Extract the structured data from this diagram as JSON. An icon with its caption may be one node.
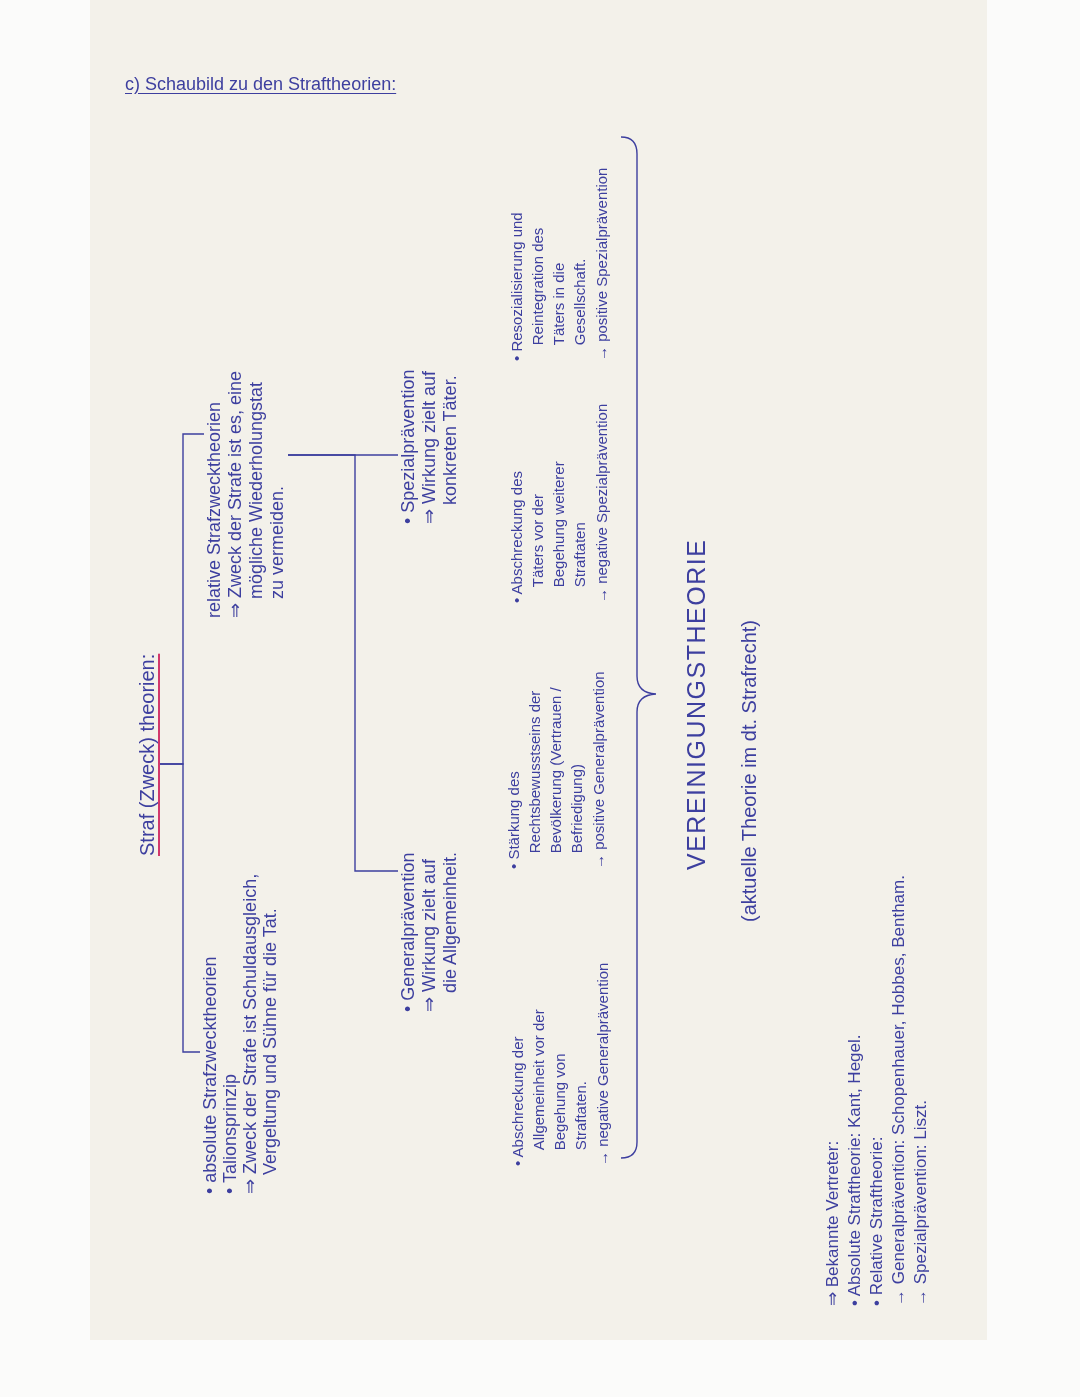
{
  "diagram": {
    "title": "c) Schaubild zu den Straftheorien:",
    "nodes": [
      {
        "text": [
          "Straf (Zweck) theorien:"
        ]
      },
      {
        "text": [
          "• absolute Strafzwecktheorien",
          "• Talionsprinzip",
          "⇒ Zweck der Strafe ist Schuldausgleich, Vergeltung und Sühne für die Tat."
        ]
      },
      {
        "text": [
          "relative Strafzwecktheorien",
          "⇒ Zweck der Strafe ist es, eine mögliche Wiederholungstat zu vermeiden."
        ]
      },
      {
        "text": [
          "• Generalprävention",
          "⇒ Wirkung zielt auf die Allgemeinheit."
        ]
      },
      {
        "text": [
          "• Spezialprävention",
          "⇒ Wirkung zielt auf konkreten Täter."
        ]
      }
    ],
    "edges": [
      {
        "from": 0,
        "to": 1,
        "arrow": "none"
      },
      {
        "from": 0,
        "to": 2,
        "arrow": "none"
      },
      {
        "from": 2,
        "to": 3,
        "arrow": "none"
      },
      {
        "from": 2,
        "to": 4,
        "arrow": "none"
      }
    ],
    "labels": [
      "• Abschreckung der Allgemeinheit vor der Begehung von Straftaten.",
      "→ negative Generalprävention",
      "• Stärkung des Rechtsbewusstseins der Bevölkerung (Vertrauen / Befriedigung)",
      "→ positive Generalprävention",
      "• Abschreckung des Täters vor der Begehung weiterer Straftaten",
      "→ negative Spezialprävention",
      "• Resozialisierung und Reintegration des Täters in die Gesellschaft.",
      "→ positive Spezialprävention",
      "VEREINIGUNGSTHEORIE",
      "(aktuelle Theorie im dt. Strafrecht)",
      "⇒ Bekannte Vertreter:",
      "• Absolute Straftheorie: Kant, Hegel.",
      "• Relative Straftheorie:",
      "→ Generalprävention: Schopenhauer, Hobbes, Bentham.",
      "→ Spezialprävention: Liszt."
    ]
  }
}
